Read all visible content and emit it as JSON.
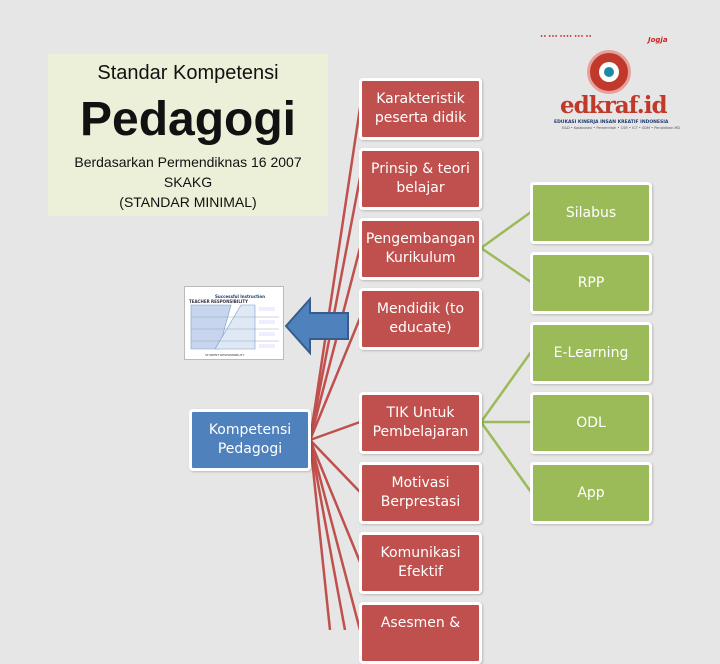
{
  "title_box": {
    "line1": "Standar Kompetensi",
    "line2": "Pedagogi",
    "line3": "Berdasarkan Permendiknas 16 2007",
    "line4": "SKAKG",
    "line5": "(STANDAR MINIMAL)"
  },
  "root": {
    "label": "Kompetensi\nPedagogi"
  },
  "level1": [
    {
      "label": "Karakteristik\npeserta didik"
    },
    {
      "label": "Prinsip & teori\nbelajar"
    },
    {
      "label": "Pengembangan\nKurikulum"
    },
    {
      "label": "Mendidik  (to\neducate)"
    },
    {
      "label": "TIK Untuk\nPembelajaran"
    },
    {
      "label": "Motivasi\nBerprestasi"
    },
    {
      "label": "Komunikasi\nEfektif"
    },
    {
      "label": "Asesmen &"
    }
  ],
  "kurikulum_children": [
    {
      "label": "Silabus"
    },
    {
      "label": "RPP"
    }
  ],
  "tik_children": [
    {
      "label": "E-Learning"
    },
    {
      "label": "ODL"
    },
    {
      "label": "App"
    }
  ],
  "thumbnail": {
    "heading": "Successful Instruction",
    "caption": "TEACHER RESPONSIBILITY",
    "footer": "STUDENT RESPONSIBILITY"
  },
  "logo": {
    "brand": "edkraf.id",
    "tagline": "EDUKASI KINERJA INSAN KREATIF INDONESIA",
    "subtag": "E&D • Kolaborasi • Pemerintah • CSR • ICT • SDM • Pendidikan MD",
    "partner": "Jogja",
    "top_text": "•• ••• •••• ••• ••"
  },
  "colors": {
    "red_node": "#c0504d",
    "green_node": "#9bbb59",
    "blue_node": "#4f81bd",
    "red_connector": "#c0504d",
    "green_connector": "#9bbb59",
    "arrow": "#4f81bd"
  }
}
